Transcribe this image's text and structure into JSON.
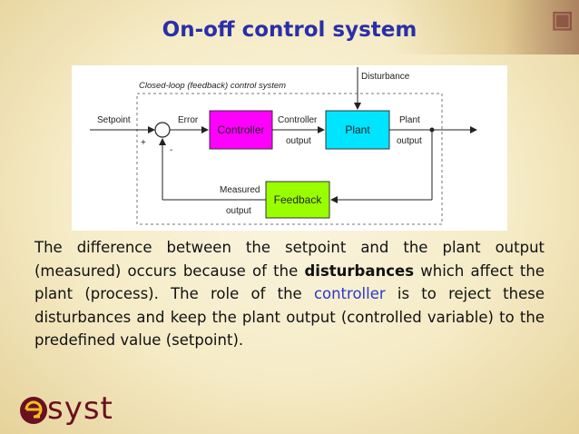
{
  "title": "On-off control system",
  "diagram": {
    "system_label": "Closed-loop (feedback) control system",
    "disturbance_label": "Disturbance",
    "setpoint_label": "Setpoint",
    "error_label": "Error",
    "plus_sign": "+",
    "minus_sign": "-",
    "controller_block": "Controller",
    "controller_output_line1": "Controller",
    "controller_output_line2": "output",
    "plant_block": "Plant",
    "plant_output_line1": "Plant",
    "plant_output_line2": "output",
    "feedback_block": "Feedback",
    "measured_output_line1": "Measured",
    "measured_output_line2": "output",
    "colors": {
      "controller": "#ff00ff",
      "plant": "#00e5ff",
      "feedback": "#99ff00"
    }
  },
  "body": {
    "part1": "The difference between the setpoint and the plant output (measured) occurs because of the ",
    "bold_word": "disturbances",
    "part2": " which affect the plant (process). The role of the ",
    "highlight_word": "controller",
    "part3": " is to reject these disturbances and keep the plant output (controlled variable) to the predefined value (setpoint)."
  },
  "logo": {
    "text": "syst"
  }
}
